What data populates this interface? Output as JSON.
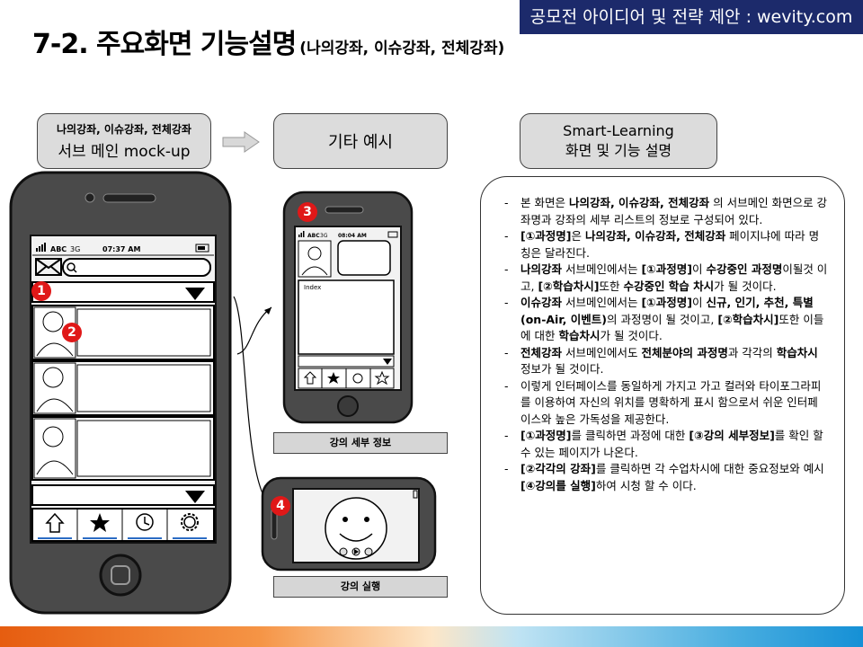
{
  "brand": "공모전 아이디어 및 전략 제안 : wevity.com",
  "title": "7-2. 주요화면 기능설명",
  "title_sub": "(나의강좌, 이슈강좌, 전체강좌)",
  "headers": {
    "mockup_line1": "나의강좌, 이슈강좌, 전체강좌",
    "mockup_line2": "서브 메인 mock-up",
    "examples": "기타 예시",
    "smart_line1": "Smart-Learning",
    "smart_line2": "화면 및 기능 설명"
  },
  "phone_main": {
    "carrier": "ABC",
    "network": "3G",
    "time": "07:37 AM",
    "badge1": "1",
    "badge2": "2"
  },
  "phone_detail": {
    "carrier": "ABC",
    "network": "3G",
    "time": "08:04 AM",
    "index_label": "Index",
    "badge": "3",
    "caption": "강의 세부 정보"
  },
  "phone_play": {
    "badge": "4",
    "caption": "강의 실행"
  },
  "description": {
    "items": [
      {
        "a": "본 화면은 ",
        "b": "나의강좌, 이슈강좌, 전체강좌",
        "c": " 의 서브메인 화면으로 강좌명과 강좌의 세부 리스트의 정보로 구성되어 있다."
      },
      {
        "a": "",
        "b": "[①과정명]",
        "c": "은 ",
        "d": "나의강좌, 이슈강좌, 전체강좌",
        "e": " 페이지냐에 따라 명칭은 달라진다."
      },
      {
        "a": "",
        "b": "나의강좌",
        "c": " 서브메인에서는 ",
        "d": "[①과정명]",
        "e": "이 ",
        "f": "수강중인 과정명",
        "g": "이될것 이고, ",
        "h": "[②학습차시]",
        "i": "또한 ",
        "j": "수강중인 학습 차시",
        "k": "가 될 것이다."
      },
      {
        "a": "",
        "b": "이슈강좌",
        "c": " 서브메인에서는 ",
        "d": "[①과정명]",
        "e": "이 ",
        "f": "신규, 인기, 추천, 특별(on-Air, 이벤트)",
        "g": "의 과정명이 될 것이고, ",
        "h": "[②학습차시]",
        "i": "또한 이들에 대한 ",
        "j": "학습차시",
        "k": "가 될 것이다."
      },
      {
        "a": "",
        "b": "전체강좌",
        "c": " 서브메인에서도 ",
        "d": "전체분야의 과정명",
        "e": "과 각각의 ",
        "f": "학습차시",
        "g": " 정보가 될 것이다."
      },
      {
        "a": "이렇게 인터페이스를 동일하게 가지고 가고 컬러와 타이포그라피를 이용하여 자신의 위치를 명확하게 표시 함으로서 쉬운 인터페이스와 높은 가독성을 제공한다."
      },
      {
        "a": "",
        "b": "[①과정명]",
        "c": "를 클릭하면 과정에 대한 ",
        "d": "[③강의 세부정보]",
        "e": "를 확인 할 수 있는 페이지가 나온다."
      },
      {
        "a": "",
        "b": "[②각각의 강좌]",
        "c": "를 클릭하면 각 수업차시에 대한 중요정보와 예시 ",
        "d": "[④강의를 실행]",
        "e": "하여 시청 할 수 이다."
      }
    ]
  },
  "colors": {
    "brand_bg": "#1c2a6b",
    "badge": "#e01818",
    "phone_body": "#4a4a4a",
    "screen_bg": "#f2f2f2"
  }
}
